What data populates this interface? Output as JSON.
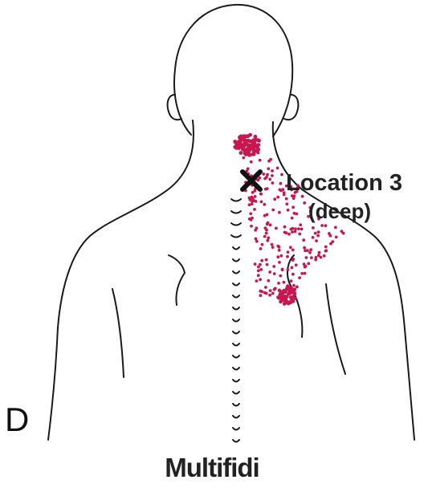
{
  "figure": {
    "panel_letter": "D",
    "trigger_point_label": "Location 3",
    "depth_label": "(deep)",
    "muscle_name": "Multifidi"
  },
  "colors": {
    "pain_referral": "#c8174f",
    "outline": "#1a1a1a",
    "marker": "#111111"
  },
  "icons": {
    "trigger_point": "x-mark-icon"
  }
}
